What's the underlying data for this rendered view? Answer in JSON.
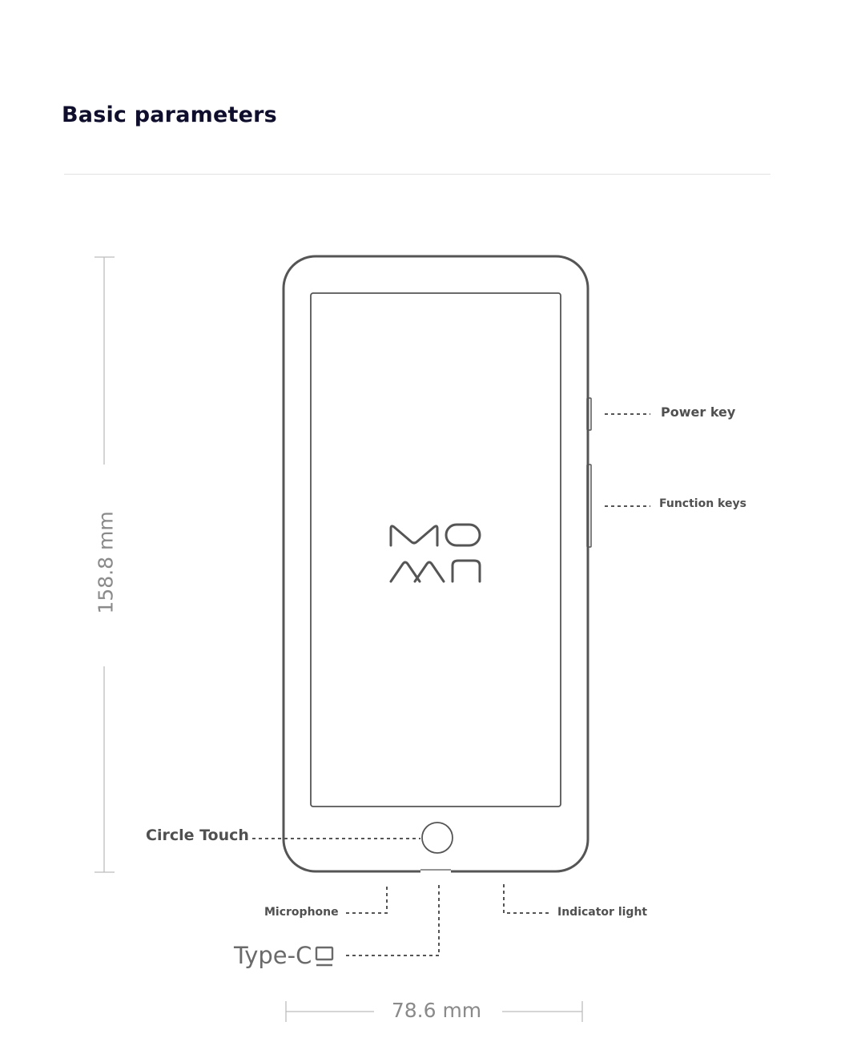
{
  "title": "Basic parameters",
  "labels": {
    "power_key": "Power key",
    "function_keys": "Function keys",
    "circle_touch": "Circle Touch",
    "microphone": "Microphone",
    "indicator_light": "Indicator light",
    "type_c": "Type-C"
  },
  "dimensions": {
    "height": "158.8 mm",
    "width": "78.6 mm"
  },
  "logo_text": "MOAN",
  "colors": {
    "title": "#0f0f2d",
    "outline": "#555555",
    "label": "#505050",
    "dimension": "#8a8a8a"
  }
}
